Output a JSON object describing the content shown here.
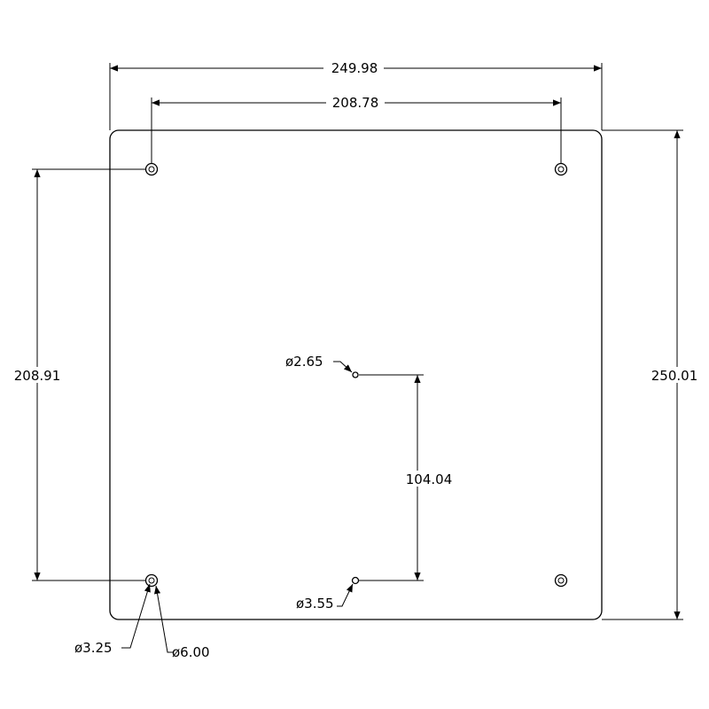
{
  "drawing": {
    "overall_width": "249.98",
    "hole_spacing_horizontal": "208.78",
    "hole_spacing_vertical": "208.91",
    "overall_height": "250.01",
    "center_hole_offset": "104.04",
    "callouts": {
      "center_hole_top": "ø2.65",
      "center_hole_bottom": "ø3.55",
      "corner_hole_inner": "ø3.25",
      "corner_hole_outer": "ø6.00"
    }
  }
}
